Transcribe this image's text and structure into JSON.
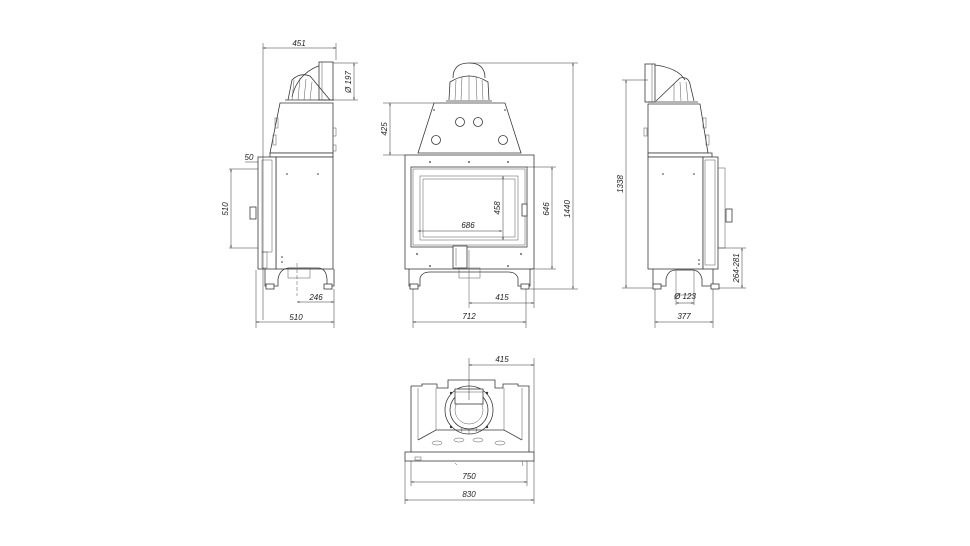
{
  "drawing": {
    "title": "Fireplace insert technical drawing",
    "line_color": "#3a3a3a",
    "background": "#ffffff",
    "views": {
      "left_side": {
        "dims": {
          "top_depth": "451",
          "flue_diameter": "Ø 197",
          "door_offset": "50",
          "door_height": "510",
          "outlet_offset": "246",
          "base_depth": "510"
        }
      },
      "front": {
        "dims": {
          "hood_height": "425",
          "glass_width": "686",
          "glass_height": "458",
          "door_height": "646",
          "total_height": "1440",
          "outlet_offset": "415",
          "base_width": "712"
        }
      },
      "right_side": {
        "dims": {
          "flue_height": "1338",
          "inlet_height": "264-281",
          "inlet_diameter": "Ø 123",
          "base_depth": "377"
        }
      },
      "top": {
        "dims": {
          "flue_offset": "415",
          "inner_width": "750",
          "outer_width": "830"
        }
      }
    }
  }
}
